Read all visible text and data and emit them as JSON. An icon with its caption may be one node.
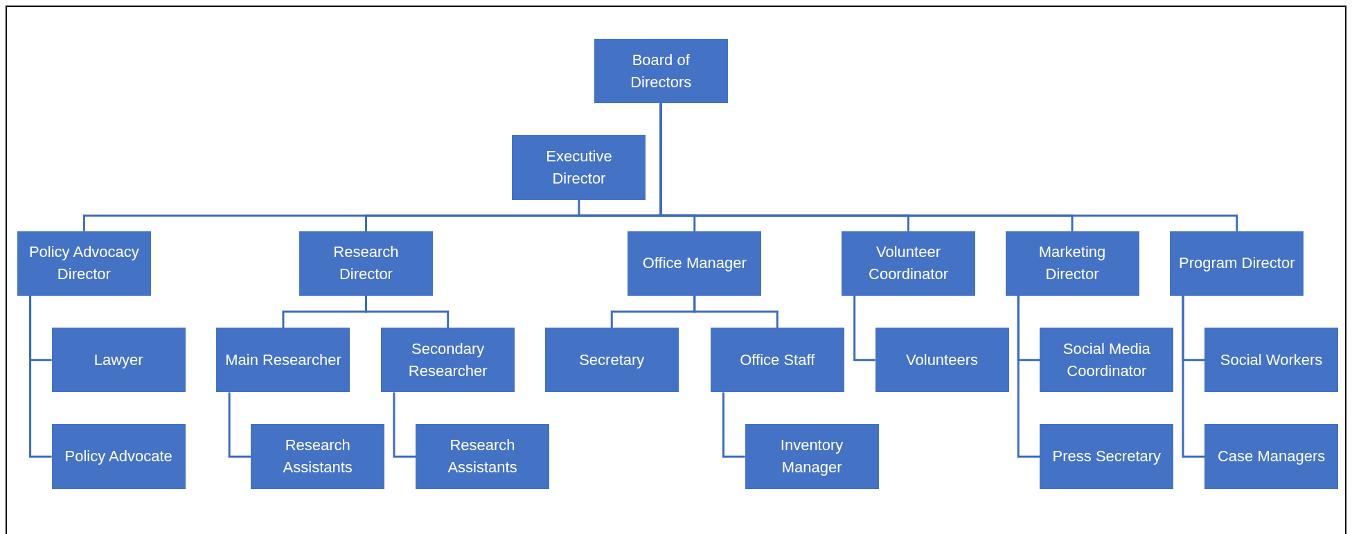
{
  "diagram": {
    "nodes": [
      {
        "text": [
          "Board of Directors"
        ]
      },
      {
        "text": [
          "Executive Director"
        ]
      },
      {
        "text": [
          "Policy Advocacy Director"
        ]
      },
      {
        "text": [
          "Research Director"
        ]
      },
      {
        "text": [
          "Office Manager"
        ]
      },
      {
        "text": [
          "Volunteer Coordinator"
        ]
      },
      {
        "text": [
          "Marketing Director"
        ]
      },
      {
        "text": [
          "Program Director"
        ]
      },
      {
        "text": [
          "Lawyer"
        ]
      },
      {
        "text": [
          "Policy Advocate"
        ]
      },
      {
        "text": [
          "Main Researcher"
        ]
      },
      {
        "text": [
          "Secondary Researcher"
        ]
      },
      {
        "text": [
          "Research Assistants"
        ]
      },
      {
        "text": [
          "Research Assistants"
        ]
      },
      {
        "text": [
          "Secretary"
        ]
      },
      {
        "text": [
          "Office Staff"
        ]
      },
      {
        "text": [
          "Inventory Manager"
        ]
      },
      {
        "text": [
          "Volunteers"
        ]
      },
      {
        "text": [
          "Social Media Coordinator"
        ]
      },
      {
        "text": [
          "Press Secretary"
        ]
      },
      {
        "text": [
          "Social Workers"
        ]
      },
      {
        "text": [
          "Case Managers"
        ]
      }
    ],
    "edges": [
      {
        "from": 0,
        "to": 1,
        "arrow": "none"
      },
      {
        "from": 0,
        "to": 2,
        "arrow": "none"
      },
      {
        "from": 0,
        "to": 3,
        "arrow": "none"
      },
      {
        "from": 0,
        "to": 4,
        "arrow": "none"
      },
      {
        "from": 0,
        "to": 5,
        "arrow": "none"
      },
      {
        "from": 0,
        "to": 6,
        "arrow": "none"
      },
      {
        "from": 0,
        "to": 7,
        "arrow": "none"
      },
      {
        "from": 2,
        "to": 8,
        "arrow": "none"
      },
      {
        "from": 2,
        "to": 9,
        "arrow": "none"
      },
      {
        "from": 3,
        "to": 10,
        "arrow": "none"
      },
      {
        "from": 3,
        "to": 11,
        "arrow": "none"
      },
      {
        "from": 10,
        "to": 12,
        "arrow": "none"
      },
      {
        "from": 11,
        "to": 13,
        "arrow": "none"
      },
      {
        "from": 4,
        "to": 14,
        "arrow": "none"
      },
      {
        "from": 4,
        "to": 15,
        "arrow": "none"
      },
      {
        "from": 15,
        "to": 16,
        "arrow": "none"
      },
      {
        "from": 5,
        "to": 17,
        "arrow": "none"
      },
      {
        "from": 6,
        "to": 18,
        "arrow": "none"
      },
      {
        "from": 6,
        "to": 19,
        "arrow": "none"
      },
      {
        "from": 7,
        "to": 20,
        "arrow": "none"
      },
      {
        "from": 7,
        "to": 21,
        "arrow": "none"
      }
    ]
  }
}
